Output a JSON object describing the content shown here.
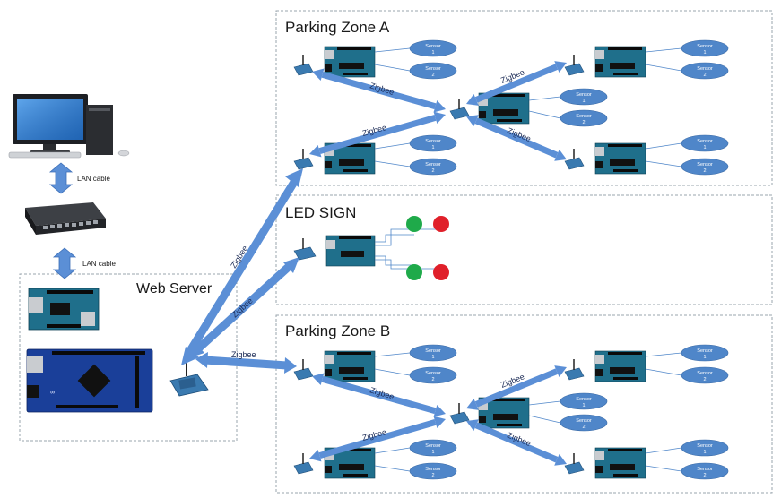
{
  "zones": {
    "zone_a": {
      "title": "Parking Zone A"
    },
    "led_sign": {
      "title": "LED SIGN"
    },
    "zone_b": {
      "title": "Parking Zone B"
    }
  },
  "web_server": {
    "label": "Web Server"
  },
  "lan": {
    "cable_label_1": "LAN cable",
    "cable_label_2": "LAN cable"
  },
  "links": {
    "zigbee_label": "Zigbee"
  },
  "sensor": {
    "label_word": "Sensor",
    "num_1": "1",
    "num_2": "2"
  },
  "colors": {
    "arrow": "#5b8fd6",
    "arrow_stroke": "#3c6fb8",
    "sensor_fill": "#4f86c9",
    "arduino": "#1f6f8b",
    "arduino_mega": "#1a3f99",
    "led_green": "#1faa4a",
    "led_red": "#e0202a",
    "zone_border": "#9aa4ad"
  }
}
